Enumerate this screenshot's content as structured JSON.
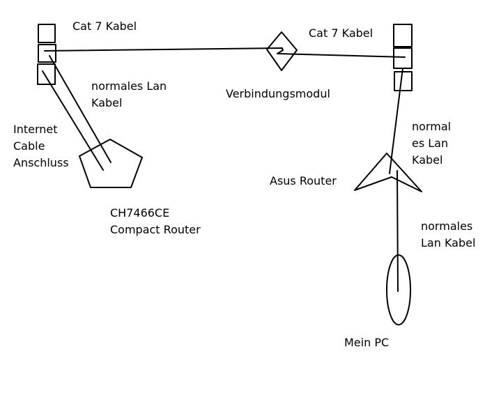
{
  "labels": {
    "cat7_left": "Cat 7 Kabel",
    "cat7_right": "Cat 7 Kabel",
    "verbindungsmodul": "Verbindungsmodul",
    "lan_left": [
      "normales Lan",
      "Kabel"
    ],
    "internet_cable": [
      "Internet",
      "Cable",
      "Anschluss"
    ],
    "ch7466ce": [
      "CH7466CE",
      "Compact Router"
    ],
    "lan_right_top": [
      "normal",
      "es Lan",
      "Kabel"
    ],
    "asus_router": "Asus Router",
    "lan_right_bottom": [
      "normales",
      "Lan Kabel"
    ],
    "mein_pc": "Mein PC"
  },
  "colors": {
    "stroke": "#000000",
    "background": "#ffffff"
  }
}
